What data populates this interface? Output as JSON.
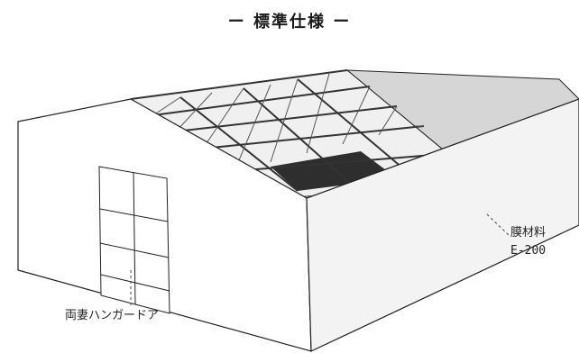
{
  "title": "ー 標準仕様 ー",
  "callouts": {
    "membrane": {
      "name": "膜材料",
      "code": "E-200"
    },
    "door": {
      "label": "両妻ハンガードア"
    }
  }
}
